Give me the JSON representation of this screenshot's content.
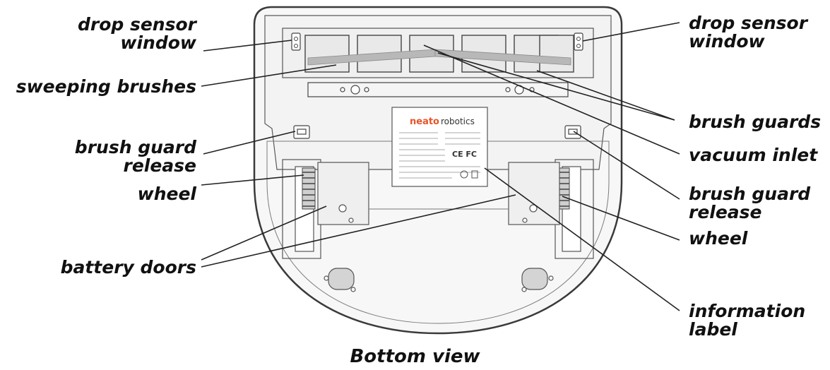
{
  "labels": {
    "drop_sensor_left": "drop sensor\nwindow",
    "sweeping_brushes": "sweeping brushes",
    "brush_guard_release_left": "brush guard\nrelease",
    "wheel_left": "wheel",
    "battery_doors": "battery doors",
    "drop_sensor_right": "drop sensor\nwindow",
    "brush_guards": "brush guards",
    "vacuum_inlet": "vacuum inlet",
    "brush_guard_release_right": "brush guard\nrelease",
    "wheel_right": "wheel",
    "information_label": "information\nlabel"
  },
  "caption": "Bottom view",
  "product_label": {
    "brand_bold": "neato",
    "brand_light": "robotics",
    "marks": "CE FC"
  },
  "colors": {
    "outline": "#3a3a3a",
    "body_fill": "#f7f7f7",
    "panel_fill": "#efefef",
    "brand": "#e8542a"
  }
}
